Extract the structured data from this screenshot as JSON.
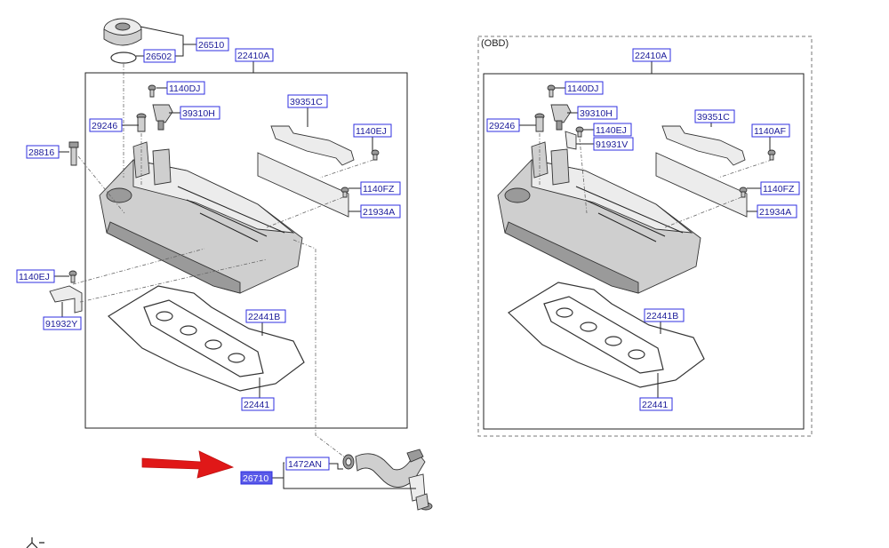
{
  "obd_label": "(OBD)",
  "left_labels": {
    "p26510": "26510",
    "p26502": "26502",
    "p22410A": "22410A",
    "p1140DJ": "1140DJ",
    "p39310H": "39310H",
    "p29246": "29246",
    "p39351C": "39351C",
    "p1140EJ_top": "1140EJ",
    "p28816": "28816",
    "p1140FZ": "1140FZ",
    "p21934A": "21934A",
    "p1140EJ_left": "1140EJ",
    "p91932Y": "91932Y",
    "p22441B": "22441B",
    "p22441": "22441"
  },
  "bottom_labels": {
    "p1472AN": "1472AN",
    "p26710": "26710"
  },
  "right_labels": {
    "p22410A": "22410A",
    "p1140DJ": "1140DJ",
    "p39310H": "39310H",
    "p29246": "29246",
    "p1140EJ": "1140EJ",
    "p91931V": "91931V",
    "p39351C": "39351C",
    "p1140AF": "1140AF",
    "p1140FZ": "1140FZ",
    "p21934A": "21934A",
    "p22441B": "22441B",
    "p22441": "22441"
  },
  "colors": {
    "label_border": "#2f2fe0",
    "label_text": "#1b1b99",
    "highlight_fill": "#5a5ae8",
    "arrow": "#e01818"
  }
}
